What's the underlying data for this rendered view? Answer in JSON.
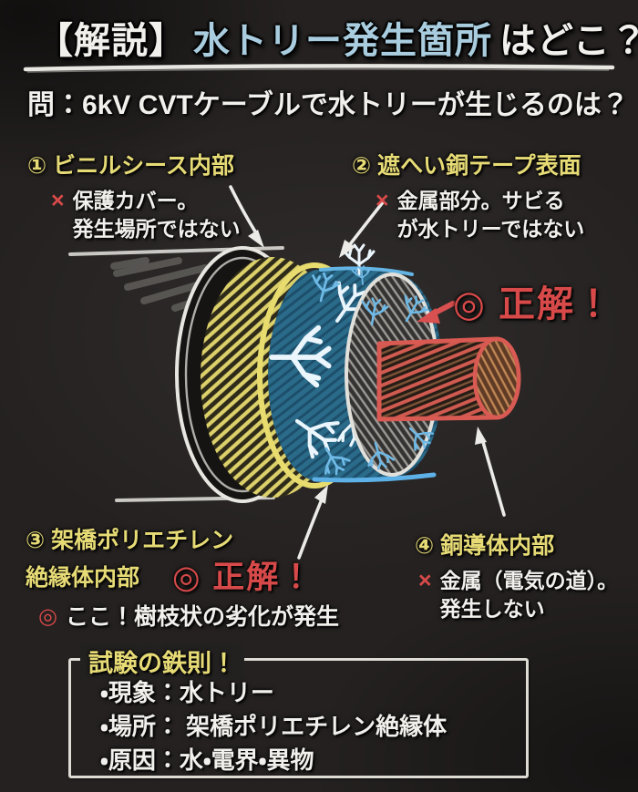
{
  "header": {
    "prefix": "【解説】",
    "highlight": "水トリー発生箇所",
    "suffix": "はどこ？"
  },
  "question": "問：6kV CVTケーブルで水トリーが生じるのは？",
  "correct_badge": "◎ 正解！",
  "annotations": [
    {
      "label": "① ビニルシース内部",
      "mark": "×",
      "note_line1": "保護カバー。",
      "note_line2": "発生場所ではない"
    },
    {
      "label": "② 遮へい銅テープ表面",
      "mark": "×",
      "note_line1": "金属部分。サビる",
      "note_line2": "が水トリーではない"
    },
    {
      "label_line1": "③ 架橋ポリエチレン",
      "label_line2": "絶縁体内部",
      "verdict": "◎ 正解！",
      "mark": "◎",
      "note": "ここ！樹枝状の劣化が発生"
    },
    {
      "label": "④ 銅導体内部",
      "mark": "×",
      "note_line1": "金属（電気の道）。",
      "note_line2": "発生しない"
    }
  ],
  "footer_box": {
    "title": "試験の鉄則！",
    "items": [
      "・現象：水トリー",
      "・場所： 架橋ポリエチレン絶縁体",
      "・原因：水・電界・異物"
    ]
  },
  "colors": {
    "background": "#242120",
    "chalk_white": "#f2f0ec",
    "chalk_yellow": "#e7db76",
    "chalk_red": "#d84a4a",
    "title_blue": "#a9cdde",
    "insulation_teal": "#2b6b8a",
    "water_tree_blue": "#6fb9e6",
    "conductor_red": "#d85a52",
    "copper_brown": "#8a5436"
  }
}
